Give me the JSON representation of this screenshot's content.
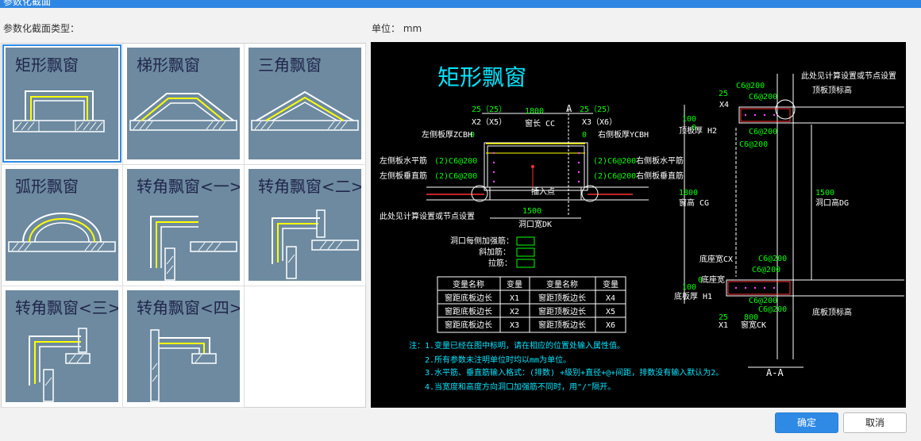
{
  "window": {
    "title": "参数化截面"
  },
  "labels": {
    "section_type": "参数化截面类型：",
    "unit": "单位：  mm"
  },
  "section_types": [
    {
      "name": "矩形飘窗"
    },
    {
      "name": "梯形飘窗"
    },
    {
      "name": "三角飘窗"
    },
    {
      "name": "弧形飘窗"
    },
    {
      "name": "转角飘窗<一>"
    },
    {
      "name": "转角飘窗<二>"
    },
    {
      "name": "转角飘窗<三>"
    },
    {
      "name": "转角飘窗<四>"
    }
  ],
  "selected_index": 0,
  "preview": {
    "title": "矩形飘窗",
    "dims": {
      "d25a": "25（25）",
      "d1800": "1800",
      "d25b": "25（25）",
      "x2": "X2（X5）",
      "cc": "窗长 CC",
      "x3": "X3（X6）",
      "left_thick": "左侧板厚ZCBH",
      "right_thick": "右侧板厚YCBH",
      "left_h": "左侧板水平筋",
      "left_h_val": "(2)C6@200",
      "left_v": "左侧板垂直筋",
      "left_v_val": "(2)C6@200",
      "right_h_val": "(2)C6@200",
      "right_h": "右侧板水平筋",
      "right_v_val": "(2)C6@200",
      "right_v": "右侧板垂直筋",
      "insert": "插入点",
      "d1500": "1500",
      "dk": "洞口宽DK",
      "note_left": "此处见计算设置或节点设置",
      "a_mark": "A",
      "d0a": "0",
      "d0b": "0"
    },
    "rebar_labels": [
      "洞口每侧加强筋：",
      "斜加筋：",
      "拉筋："
    ],
    "table": {
      "headers": [
        "变量名称",
        "变量",
        "变量名称",
        "变量"
      ],
      "rows": [
        [
          "窗距底板边长",
          "X1",
          "窗距顶板边长",
          "X4"
        ],
        [
          "窗距底板边长",
          "X2",
          "窗距顶板边长",
          "X5"
        ],
        [
          "窗距底板边长",
          "X3",
          "窗距顶板边长",
          "X6"
        ]
      ]
    },
    "notes": [
      "注：1.变量已经在图中标明，请在相应的位置处输入属性值。",
      "2.所有参数未注明单位时均以mm为单位。",
      "3.水平筋、垂直筋输入格式：(排数) +级别+直径+@+间距，排数没有输入默认为2。",
      "4.当宽度和高度方向洞口加强筋不同时，用\"/\"隔开。"
    ],
    "section": {
      "note_top": "此处见计算设置或节点设置",
      "top_elev": "顶板顶标高",
      "d25": "25",
      "x4": "X4",
      "c1": "C6@200",
      "c2": "C6@200",
      "c3": "C6@200",
      "c4": "C6@200",
      "d100a": "100",
      "d0": "0",
      "top_thick": "顶板厚 H2",
      "d1800": "1800",
      "cg": "窗高 CG",
      "d1500": "1500",
      "dg": "洞口高DG",
      "sill": "底座宽CX",
      "d0b": "0",
      "sill2": "底座宽",
      "c5": "C6@200",
      "c6": "C6@200",
      "c7": "C6@200",
      "c8": "C6@200",
      "d100b": "100",
      "bot_thick": "底板厚 H1",
      "d25b": "25",
      "d800": "800",
      "x1": "X1",
      "ck": "窗宽CK",
      "bot_elev": "底板顶标高",
      "aa": "A-A"
    }
  },
  "buttons": {
    "ok": "确定",
    "cancel": "取消"
  },
  "colors": {
    "accent": "#2f8ae6",
    "thumb_bg": "#6d8aa0",
    "cad_bg": "#000000"
  }
}
